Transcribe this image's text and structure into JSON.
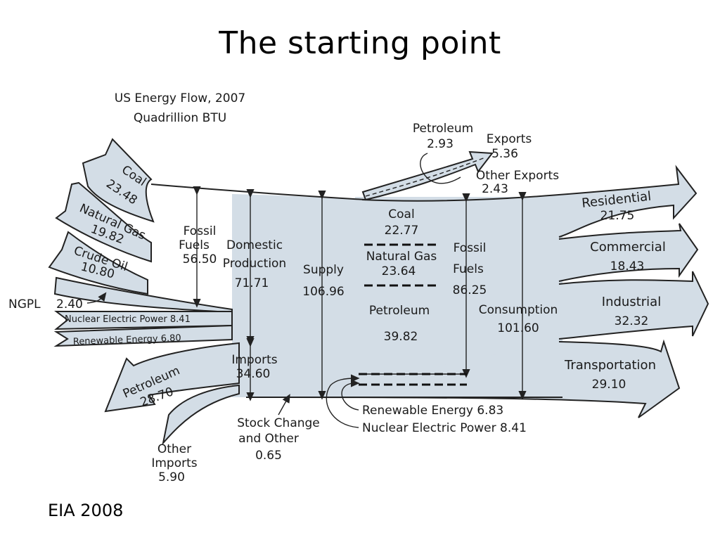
{
  "slide": {
    "title": "The starting point",
    "credit": "EIA 2008"
  },
  "diagram": {
    "heading": [
      "US Energy Flow, 2007",
      "Quadrillion BTU"
    ],
    "sources": {
      "coal": {
        "label": "Coal",
        "value": "23.48"
      },
      "natural_gas": {
        "label": "Natural Gas",
        "value": "19.82"
      },
      "crude_oil": {
        "label": "Crude Oil",
        "value": "10.80"
      },
      "ngpl": {
        "label": "NGPL",
        "value": "2.40"
      },
      "nuclear": "Nuclear Electric Power 8.41",
      "renewable": "Renewable Energy 6.80",
      "petroleum_imports": {
        "label": "Petroleum",
        "value": "28.70"
      },
      "other_imports": [
        "Other",
        "Imports",
        "5.90"
      ]
    },
    "totals": {
      "fossil_fuels": [
        "Fossil",
        "Fuels",
        "56.50"
      ],
      "domestic_production": [
        "Domestic",
        "Production",
        "71.71"
      ],
      "imports": [
        "Imports",
        "34.60"
      ],
      "supply": [
        "Supply",
        "106.96"
      ],
      "stock_change": [
        "Stock Change",
        "and Other",
        "0.65"
      ],
      "consumption": [
        "Consumption",
        "101.60"
      ],
      "fossil_fuels_use": [
        "Fossil",
        "Fuels",
        "86.25"
      ]
    },
    "exports": {
      "petroleum": [
        "Petroleum",
        "2.93"
      ],
      "exports": [
        "Exports",
        "5.36"
      ],
      "other_exports": [
        "Other Exports",
        "2.43"
      ]
    },
    "fuel_mix": {
      "coal": [
        "Coal",
        "22.77"
      ],
      "natural_gas": [
        "Natural Gas",
        "23.64"
      ],
      "petroleum": [
        "Petroleum",
        "39.82"
      ],
      "renewable": "Renewable Energy 6.83",
      "nuclear": "Nuclear Electric Power 8.41"
    },
    "sectors": {
      "residential": {
        "label": "Residential",
        "value": "21.75"
      },
      "commercial": {
        "label": "Commercial",
        "value": "18.43"
      },
      "industrial": {
        "label": "Industrial",
        "value": "32.32"
      },
      "transportation": {
        "label": "Transportation",
        "value": "29.10"
      }
    },
    "colors": {
      "flow_fill": "#d3dde6",
      "outline": "#222222",
      "background": "#ffffff"
    }
  }
}
